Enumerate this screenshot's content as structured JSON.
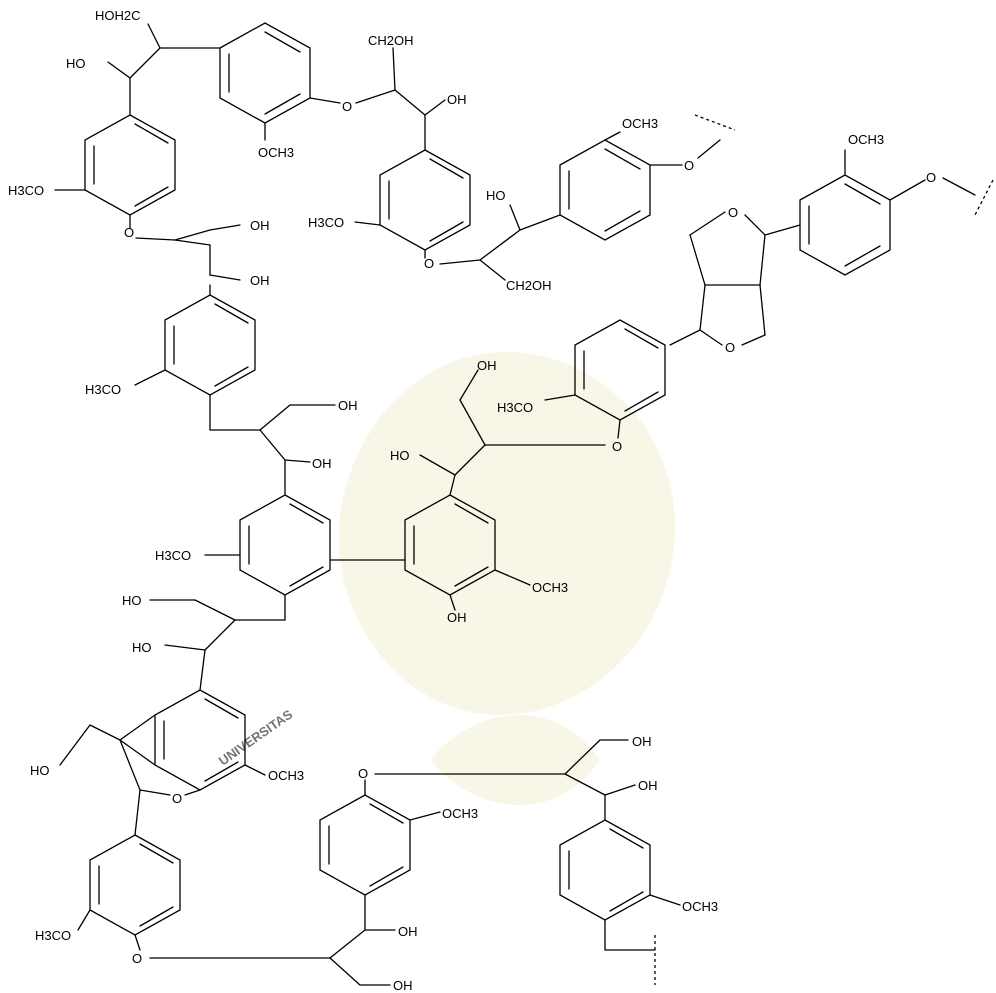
{
  "watermark": {
    "text": "UNIVERSITAS",
    "color": "#efe9c8"
  },
  "labels": {
    "hoh2c": "HOH2C",
    "ho_top": "HO",
    "och3_a": "OCH3",
    "o_a": "O",
    "ch2oh_a": "CH2OH",
    "oh_a": "OH",
    "h3co_a": "H3CO",
    "o_b": "O",
    "oh_b": "OH",
    "oh_c": "OH",
    "h3co_b": "H3CO",
    "o_c": "O",
    "ho_d": "HO",
    "ch2oh_d": "CH2OH",
    "och3_e": "OCH3",
    "o_e": "O",
    "och3_f": "OCH3",
    "o_f": "O",
    "o_ring1": "O",
    "o_ring2": "O",
    "h3co_c": "H3CO",
    "oh_g": "OH",
    "oh_h": "OH",
    "ho_i": "HO",
    "o_i": "O",
    "h3co_d": "H3CO",
    "och3_j": "OCH3",
    "oh_j": "OH",
    "ho_k": "HO",
    "ho_l": "HO",
    "och3_m": "OCH3",
    "ho_n": "HO",
    "o_n": "O",
    "o_p": "O",
    "och3_p": "OCH3",
    "oh_q": "OH",
    "oh_r": "OH",
    "h3co_e": "H3CO",
    "o_s": "O",
    "oh_s": "OH",
    "oh_t": "OH",
    "och3_u": "OCH3",
    "h3co_f": "H3CO"
  }
}
